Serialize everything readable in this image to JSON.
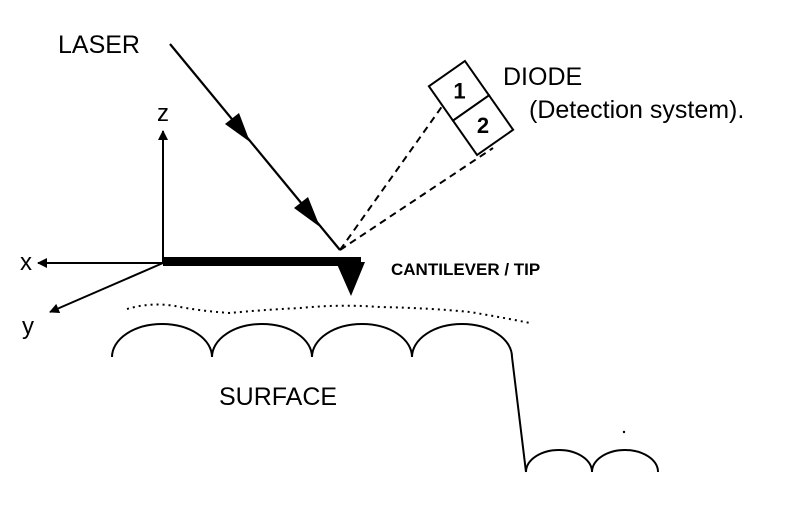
{
  "labels": {
    "laser": "LASER",
    "diode": "DIODE",
    "detection": "(Detection system).",
    "cantilever_tip": "CANTILEVER / TIP",
    "surface": "SURFACE"
  },
  "axes": {
    "x": "x",
    "y": "y",
    "z": "z"
  },
  "detector_segments": [
    "1",
    "2"
  ],
  "colors": {
    "ink": "#000000",
    "background": "#ffffff"
  }
}
